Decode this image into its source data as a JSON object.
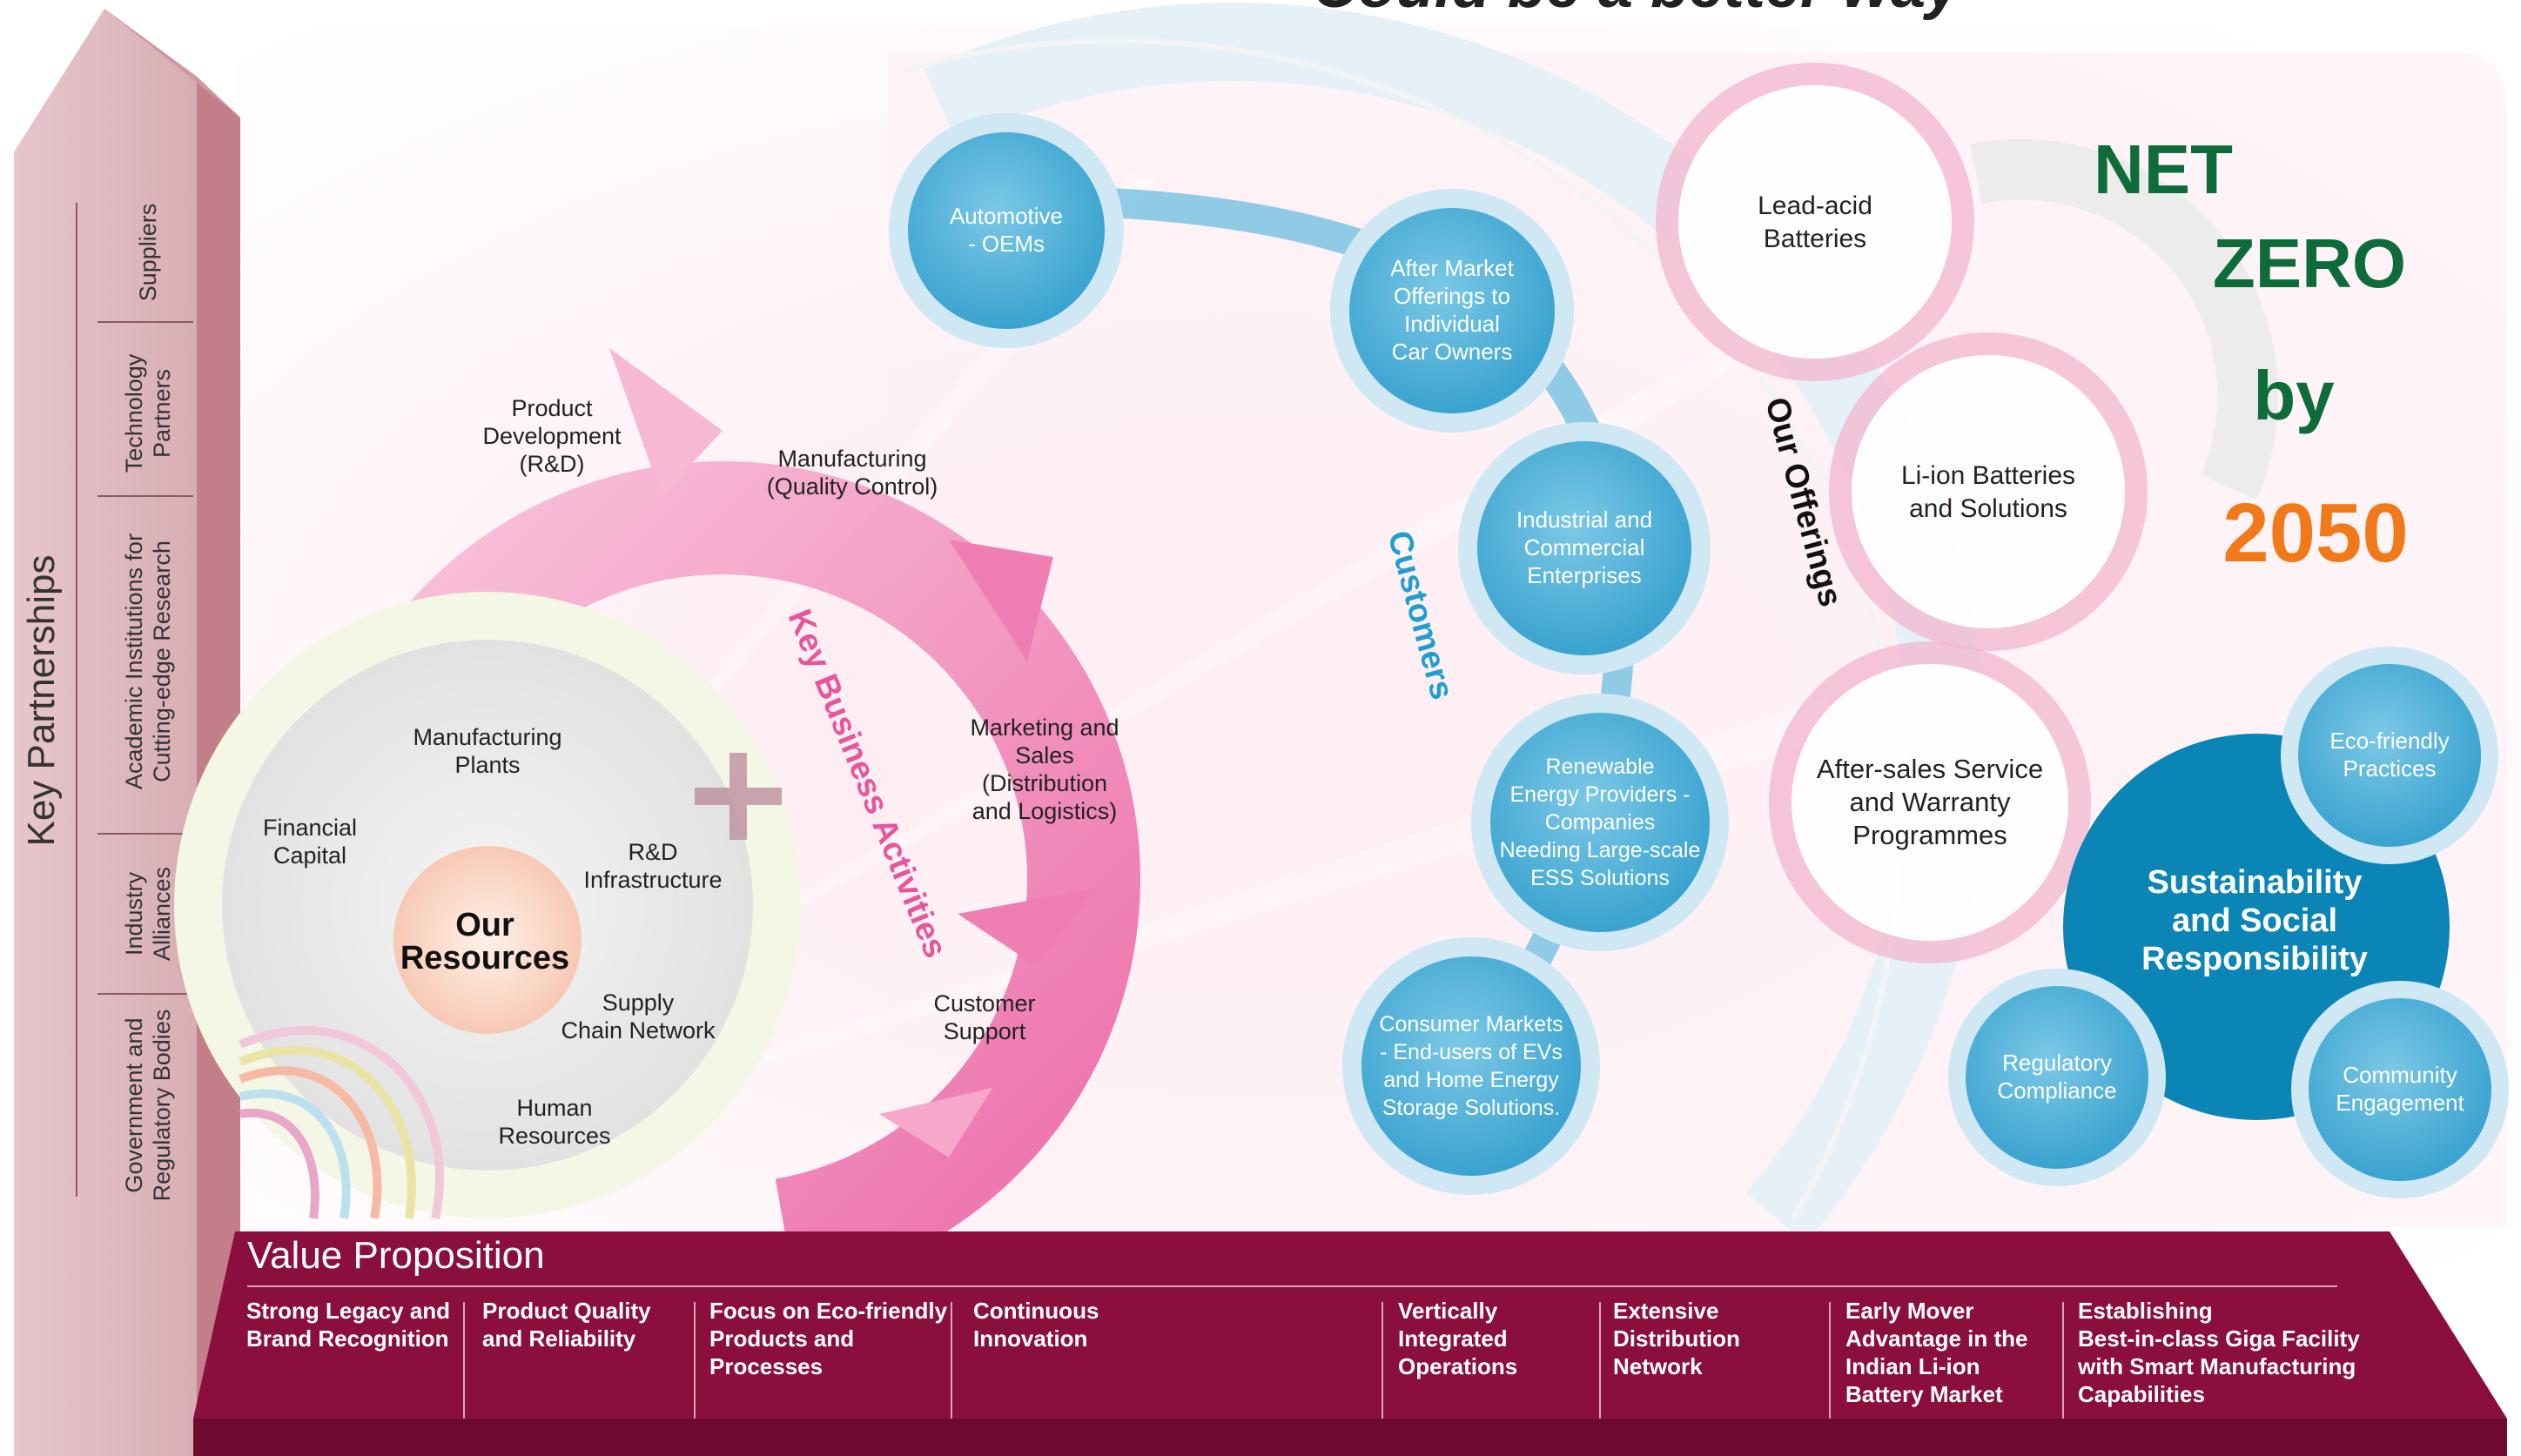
{
  "header": {
    "title_partial": "Could be a better way"
  },
  "key_partnerships": {
    "title": "Key Partnerships",
    "items": [
      "Suppliers",
      "Technology\nPartners",
      "Academic Institutions for\nCutting-edge Research",
      "Industry\nAlliances",
      "Government and\nRegulatory Bodies"
    ]
  },
  "resources": {
    "title": "Our\nResources",
    "items": [
      "Manufacturing\nPlants",
      "Financial\nCapital",
      "R&D\nInfrastructure",
      "Supply\nChain Network",
      "Human\nResources"
    ]
  },
  "key_business_activities": {
    "title": "Key Business Activities",
    "items": [
      "Product\nDevelopment\n(R&D)",
      "Manufacturing\n(Quality Control)",
      "Marketing and\nSales\n(Distribution\nand Logistics)",
      "Customer\nSupport"
    ]
  },
  "customers": {
    "title": "Customers",
    "items": [
      "Automotive\n- OEMs",
      "After Market\nOfferings to\nIndividual\nCar Owners",
      "Industrial and\nCommercial\nEnterprises",
      "Renewable\nEnergy Providers -\nCompanies\nNeeding Large-scale\nESS Solutions",
      "Consumer Markets\n- End-users of EVs\nand Home Energy\nStorage Solutions."
    ]
  },
  "offerings": {
    "title": "Our Offerings",
    "items": [
      "Lead-acid\nBatteries",
      "Li-ion Batteries\nand Solutions",
      "After-sales Service\nand Warranty\nProgrammes"
    ]
  },
  "net_zero": {
    "line1": "NET",
    "line2": "ZERO",
    "line3": "by",
    "line4": "2050"
  },
  "sustainability": {
    "title": "Sustainability\nand Social\nResponsibility",
    "items": [
      "Eco-friendly\nPractices",
      "Regulatory\nCompliance",
      "Community\nEngagement"
    ]
  },
  "value_proposition": {
    "title": "Value Proposition",
    "items": [
      "Strong Legacy and\nBrand Recognition",
      "Product Quality\nand Reliability",
      "Focus on Eco-friendly\nProducts and\nProcesses",
      "Continuous\nInnovation",
      "Vertically\nIntegrated\nOperations",
      "Extensive\nDistribution\nNetwork",
      "Early Mover\nAdvantage in the\nIndian Li-ion\nBattery Market",
      "Establishing\nBest-in-class Giga Facility\nwith Smart Manufacturing\nCapabilities"
    ]
  },
  "colors": {
    "maroon": "#8a0f3c",
    "pink": "#e8559a",
    "customer_blue": "#3fa9d4",
    "teal_dark": "#0a85b5",
    "net_green": "#0e6b3a",
    "year_orange": "#f07a1a",
    "partner_band": "#d9b3b8"
  }
}
